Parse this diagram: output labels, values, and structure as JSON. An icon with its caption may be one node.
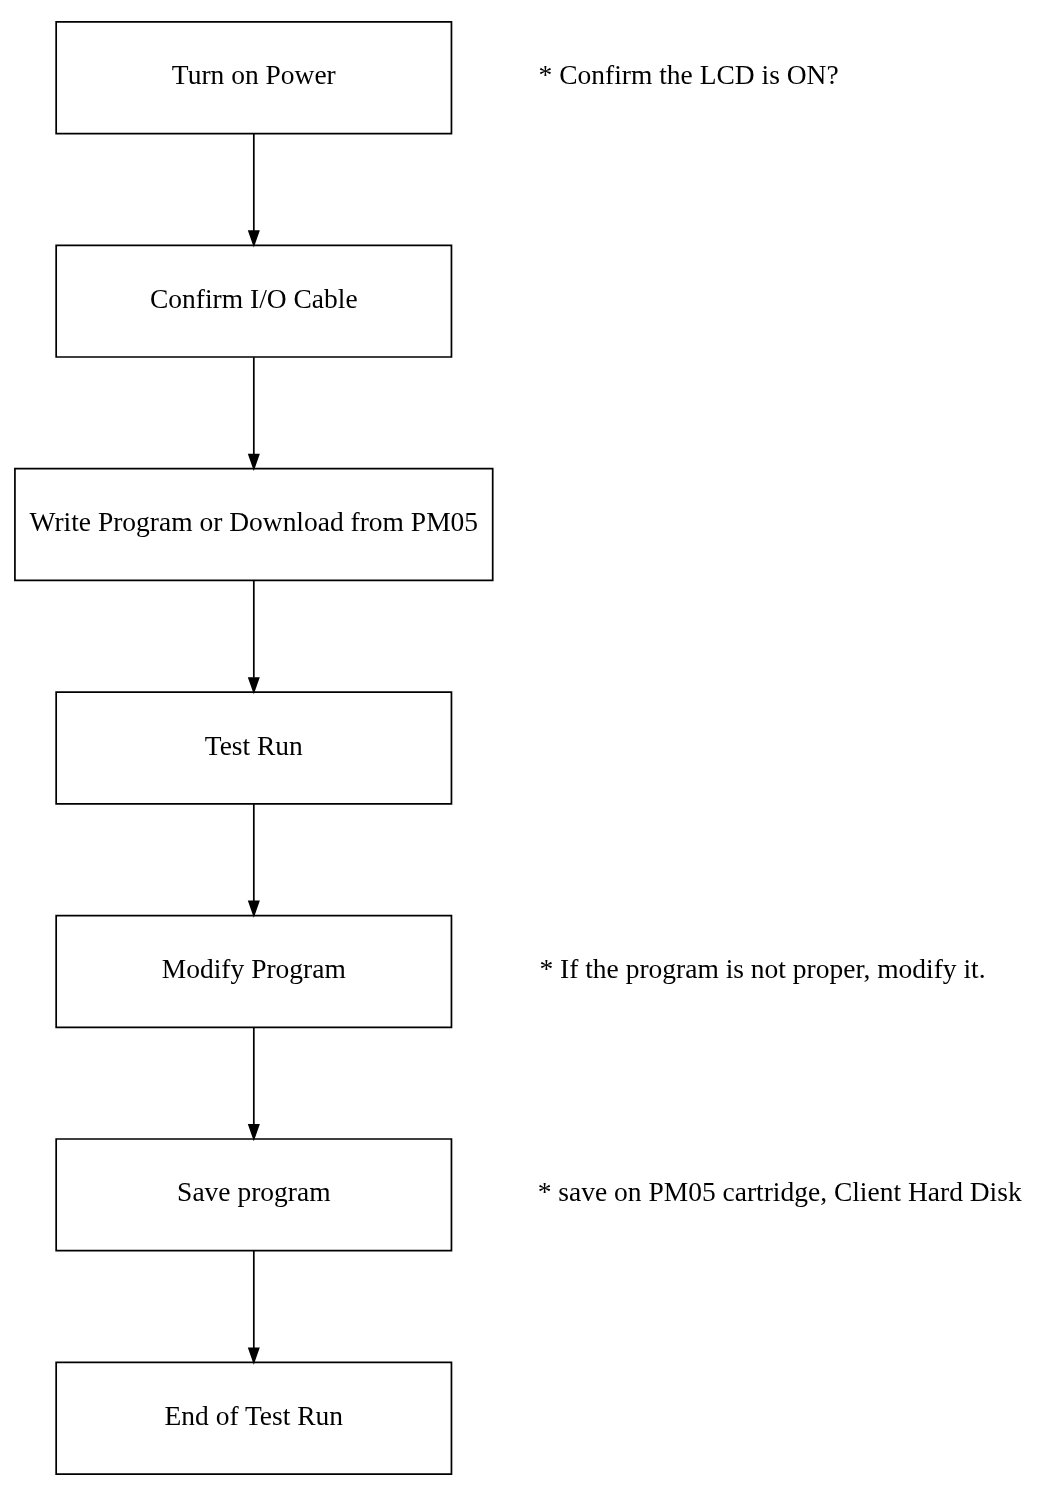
{
  "diagram": {
    "nodes": [
      {
        "text": [
          "Turn on Power"
        ],
        "beside": [
          "* Confirm the LCD is ON?"
        ]
      },
      {
        "text": [
          "Confirm I/O Cable"
        ]
      },
      {
        "text": [
          "Write Program or Download from PM05"
        ]
      },
      {
        "text": [
          "Test Run"
        ]
      },
      {
        "text": [
          "Modify Program"
        ],
        "beside": [
          "* If the program is not proper, modify it."
        ]
      },
      {
        "text": [
          "Save program"
        ],
        "beside": [
          "* save on PM05 cartridge, Client Hard Disk"
        ]
      },
      {
        "text": [
          "End of Test Run"
        ]
      }
    ],
    "edges": [
      {
        "from": 0,
        "to": 1,
        "arrow": "to"
      },
      {
        "from": 1,
        "to": 2,
        "arrow": "to"
      },
      {
        "from": 2,
        "to": 3,
        "arrow": "to"
      },
      {
        "from": 3,
        "to": 4,
        "arrow": "to"
      },
      {
        "from": 4,
        "to": 5,
        "arrow": "to"
      },
      {
        "from": 5,
        "to": 6,
        "arrow": "to"
      }
    ]
  }
}
